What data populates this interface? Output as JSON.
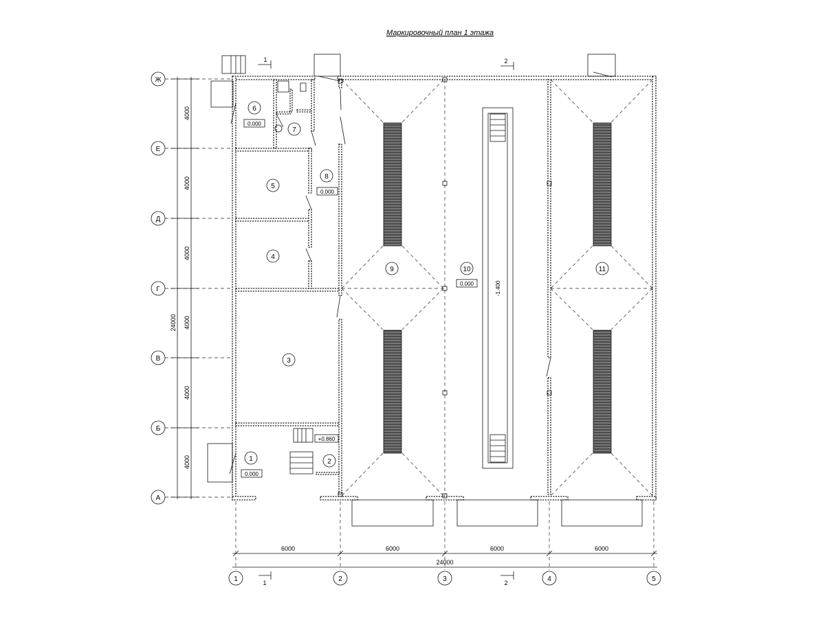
{
  "title": "Маркировочный план 1 этажа",
  "axes_rows": [
    "Ж",
    "Е",
    "Д",
    "Г",
    "В",
    "Б",
    "А"
  ],
  "axes_cols": [
    "1",
    "2",
    "3",
    "4",
    "5"
  ],
  "dims_rows": [
    "4000",
    "4000",
    "4000",
    "4000",
    "4000",
    "4000"
  ],
  "dim_rows_total": "24000",
  "dims_cols": [
    "6000",
    "6000",
    "6000",
    "6000"
  ],
  "dim_cols_total": "24000",
  "sections": [
    {
      "label": "1"
    },
    {
      "label": "2"
    },
    {
      "label": "1"
    },
    {
      "label": "2"
    }
  ],
  "rooms": [
    "1",
    "2",
    "3",
    "4",
    "5",
    "6",
    "7",
    "8",
    "9",
    "10",
    "11"
  ],
  "levels": {
    "room1": "0.000",
    "room6": "0.000",
    "room8": "0.000",
    "room10": "0.000",
    "stair": "+0.860",
    "pit": "-1.400"
  },
  "colors": {
    "line": "#111111",
    "hatch": "#555555",
    "background": "#ffffff"
  }
}
